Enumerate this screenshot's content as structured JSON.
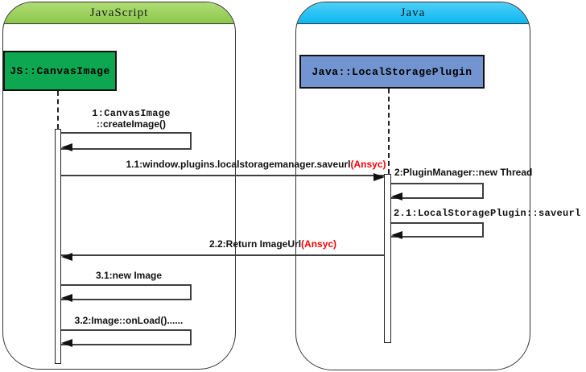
{
  "diagram": {
    "type": "uml-sequence-diagram",
    "frames": [
      {
        "id": "javascript",
        "title": "JavaScript"
      },
      {
        "id": "java",
        "title": "Java"
      }
    ],
    "objects": [
      {
        "id": "canvas-image",
        "label": "JS::CanvasImage"
      },
      {
        "id": "local-storage-plugin",
        "label": "Java::LocalStoragePlugin"
      }
    ],
    "messages": {
      "m1": {
        "line1": "1:CanvasImage",
        "line2": "::createImage()",
        "kind": "self",
        "lifeline": "javascript"
      },
      "m1_1": {
        "text": "1.1:window.plugins.localstoragemanager.saveurl",
        "async_suffix": "(Ansyc)",
        "kind": "call",
        "from": "javascript",
        "to": "java"
      },
      "m2": {
        "text": "2:PluginManager::new Thread",
        "kind": "self",
        "lifeline": "java"
      },
      "m2_1": {
        "text": "2.1:LocalStoragePlugin::saveurl",
        "kind": "self",
        "lifeline": "java"
      },
      "m2_2": {
        "text": "2.2:Return ImageUrl",
        "async_suffix": "(Ansyc)",
        "kind": "return",
        "from": "java",
        "to": "javascript"
      },
      "m3_1": {
        "text": "3.1:new Image",
        "kind": "self",
        "lifeline": "javascript"
      },
      "m3_2": {
        "text": "3.2:Image::onLoad()......",
        "kind": "self",
        "lifeline": "javascript"
      }
    },
    "colors": {
      "frame_js_header_top": "#aedd74",
      "frame_js_header_bottom": "#8cc74b",
      "frame_java_header_top": "#4ecff8",
      "frame_java_header_bottom": "#0cb7f0",
      "object_js_fill": "#0ca750",
      "object_java_fill": "#7295d2",
      "line": "#3f3f3f",
      "async_text": "#ff0000"
    }
  }
}
